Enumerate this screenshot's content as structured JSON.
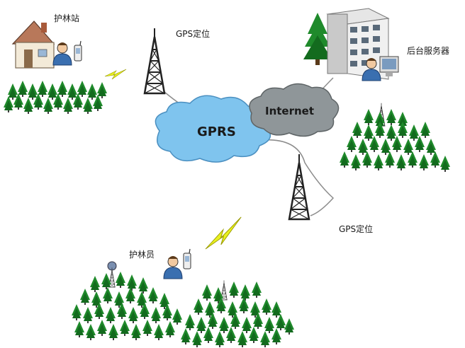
{
  "labels": {
    "ranger_station": "护林站",
    "gps_top": "GPS定位",
    "backend_server": "后台服务器",
    "gprs": "GPRS",
    "internet": "Internet",
    "gps_bottom": "GPS定位",
    "ranger": "护林员"
  },
  "colors": {
    "tree": "#1f8a2b",
    "tree_dark": "#136b1e",
    "gprs_cloud": "#7fc4ee",
    "internet_cloud": "#8f9699",
    "lightning": "#e8f020",
    "link_line": "#8c8c8c"
  }
}
